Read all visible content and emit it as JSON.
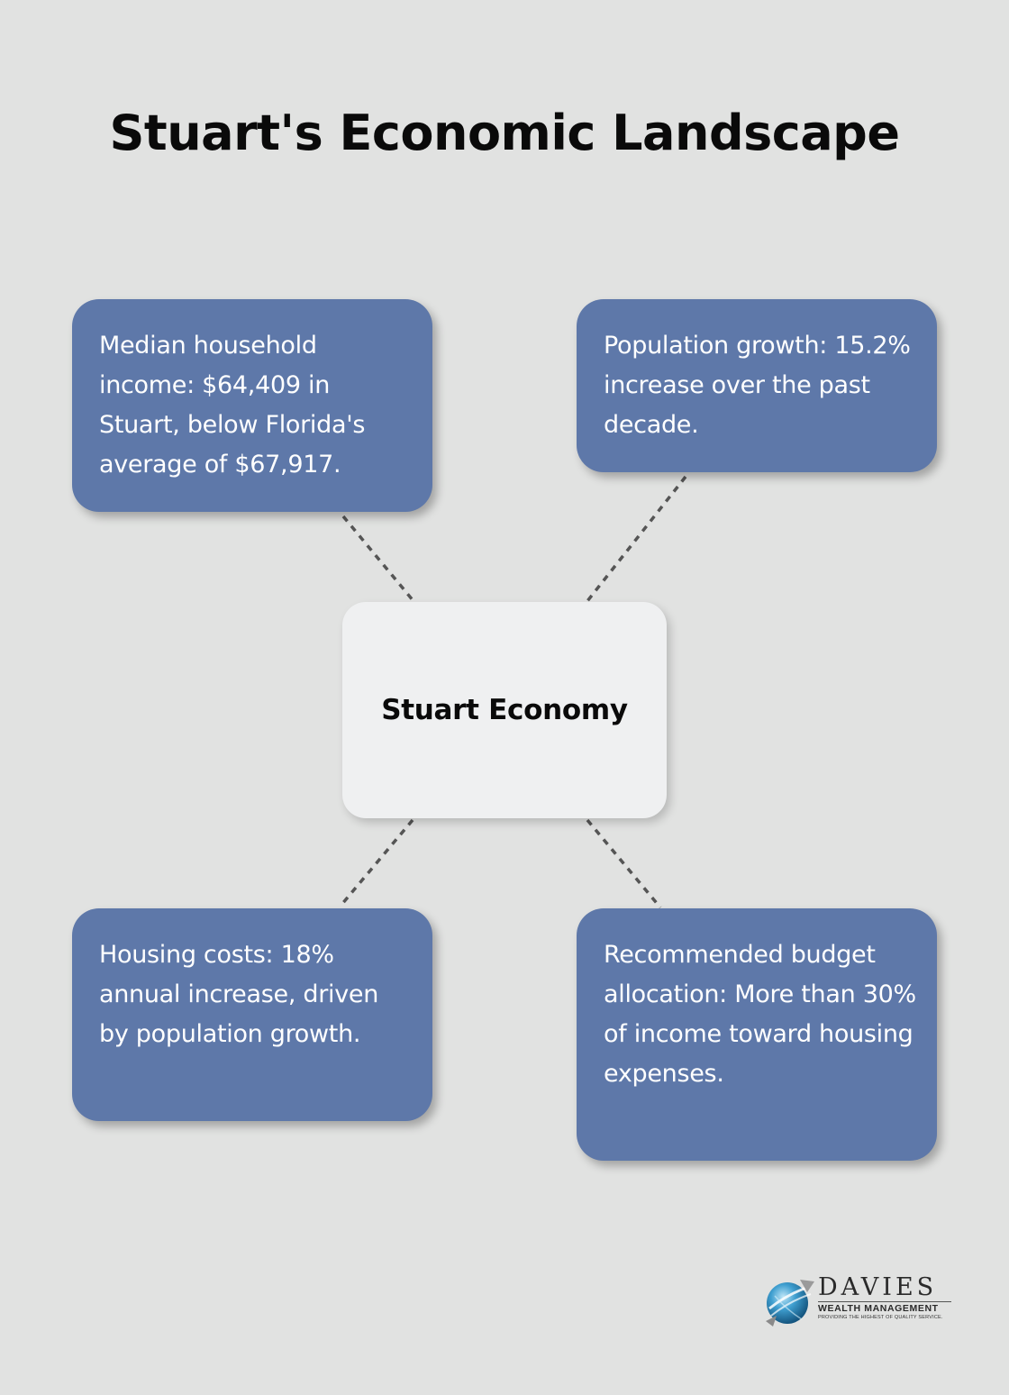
{
  "title": "Stuart's Economic Landscape",
  "center": {
    "label": "Stuart Economy"
  },
  "nodes": {
    "top_left": "Median household income: $64,409 in Stuart, below Florida's average of $67,917.",
    "top_right": "Population growth: 15.2% increase over the past decade.",
    "bottom_left": "Housing costs: 18% annual increase, driven by population growth.",
    "bottom_right": "Recommended budget allocation: More than 30% of income toward housing expenses."
  },
  "logo": {
    "name": "DAVIES",
    "subtitle": "WEALTH MANAGEMENT",
    "tagline": "PROVIDING THE HIGHEST OF QUALITY SERVICE."
  },
  "colors": {
    "background": "#e1e2e1",
    "node_fill": "#5e78a9",
    "center_fill": "#eff0f1",
    "connector": "#555555"
  }
}
